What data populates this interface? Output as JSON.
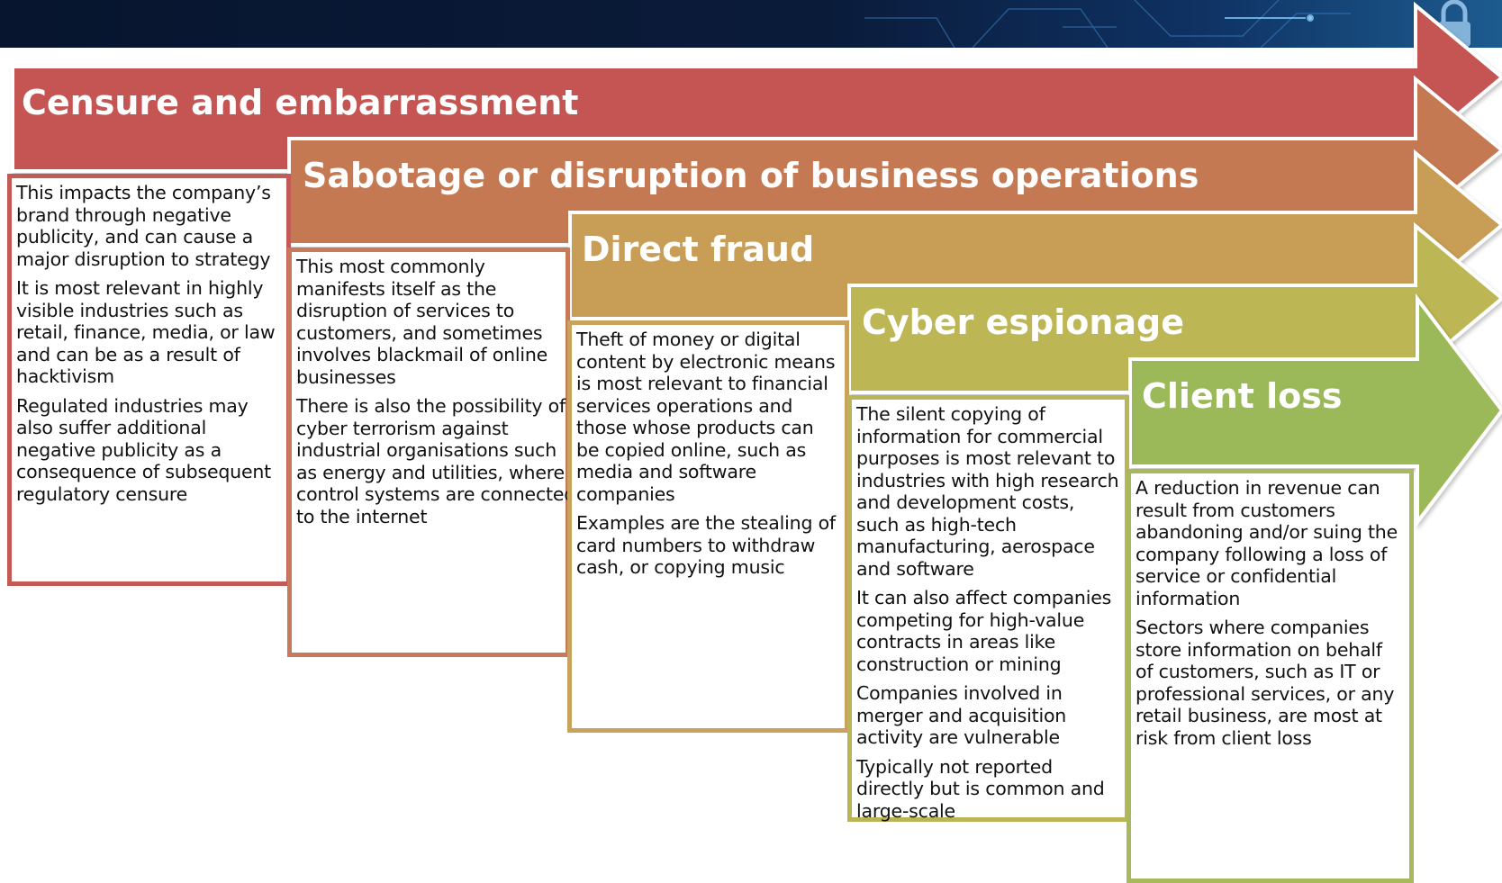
{
  "colors": {
    "censure": "#c45552",
    "sabotage": "#c57953",
    "fraud": "#c89d55",
    "espionage": "#bdb655",
    "client_loss": "#9cb95a",
    "banner": "#07152e"
  },
  "banner": {
    "icon": "padlock-icon"
  },
  "stages": [
    {
      "title": "Censure and embarrassment",
      "paragraphs": [
        "This impacts the company’s brand through negative publicity, and can cause a major disruption to strategy",
        "It is most relevant in highly visible industries such as retail, finance, media, or law and can be as a result of hacktivism",
        "Regulated industries may also suffer additional negative publicity as a consequence of subsequent regulatory censure"
      ]
    },
    {
      "title": "Sabotage or disruption of business operations",
      "paragraphs": [
        "This most commonly manifests itself as the disruption of services to customers, and sometimes involves blackmail of online businesses",
        "There is also the possibility of cyber terrorism against industrial organisations such as energy and utilities, where control systems are connected to the internet"
      ]
    },
    {
      "title": "Direct fraud",
      "paragraphs": [
        "Theft of money or digital content by electronic means is most relevant to financial services operations and those whose products can be copied online, such as media and software companies",
        "Examples are the stealing of card numbers to withdraw cash, or copying music"
      ]
    },
    {
      "title": "Cyber espionage",
      "paragraphs": [
        "The silent copying of information for commercial purposes is most relevant to industries with high research and development costs, such as high-tech manufacturing, aerospace and software",
        "It can also affect companies competing for high-value contracts in areas like construction or mining",
        "Companies involved in merger and acquisition activity are vulnerable",
        "Typically not reported directly but is common and large-scale"
      ]
    },
    {
      "title": "Client loss",
      "paragraphs": [
        "A reduction in revenue can result from customers abandoning and/or suing the company following a loss of service or confidential information",
        "Sectors where companies store information on behalf of customers, such as IT or professional services, or any retail business, are most at risk from client loss"
      ]
    }
  ]
}
